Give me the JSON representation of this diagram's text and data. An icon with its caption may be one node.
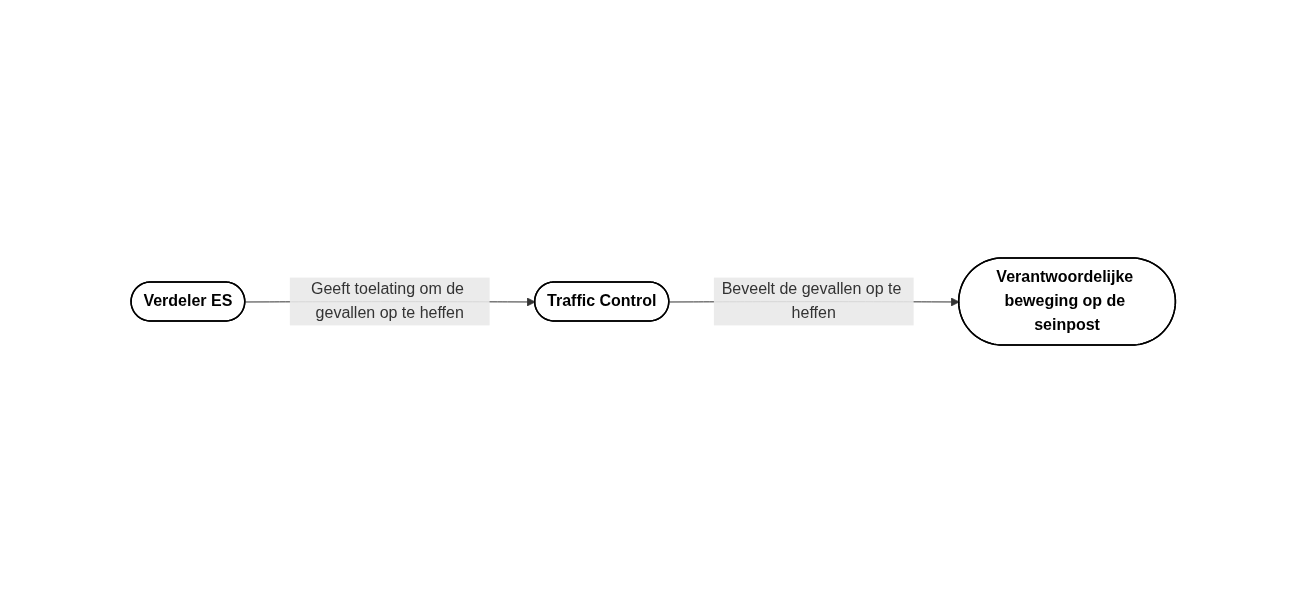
{
  "diagram": {
    "nodes": [
      {
        "text": [
          "Verdeler ES"
        ]
      },
      {
        "text": [
          "Traffic Control"
        ]
      },
      {
        "text": [
          "Verantwoordelijke beweging op de seinpost"
        ]
      }
    ],
    "edges": [
      {
        "from": 0,
        "to": 1,
        "arrow": "to",
        "label": "Geeft toelating om de gevallen op te heffen"
      },
      {
        "from": 1,
        "to": 2,
        "arrow": "to",
        "label": "Beveelt de gevallen op te heffen"
      }
    ]
  }
}
